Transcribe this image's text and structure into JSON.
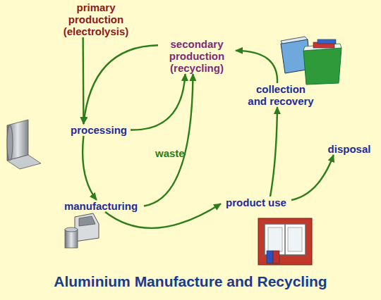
{
  "diagram": {
    "title": "Aluminium Manufacture and Recycling",
    "nodes": [
      {
        "text": [
          "primary production (electrolysis)"
        ]
      },
      {
        "text": [
          "secondary production (recycling)"
        ]
      },
      {
        "text": [
          "collection and recovery"
        ]
      },
      {
        "text": [
          "processing"
        ]
      },
      {
        "text": [
          "disposal"
        ]
      },
      {
        "text": [
          "product use"
        ]
      },
      {
        "text": [
          "manufacturing"
        ]
      }
    ],
    "edges": [
      {
        "from": 0,
        "to": 3,
        "arrow": "to"
      },
      {
        "from": 1,
        "to": 3,
        "arrow": "to"
      },
      {
        "from": 3,
        "to": 1,
        "label": "waste",
        "arrow": "to"
      },
      {
        "from": 3,
        "to": 6,
        "arrow": "to"
      },
      {
        "from": 6,
        "to": 1,
        "arrow": "to"
      },
      {
        "from": 6,
        "to": 5,
        "arrow": "to"
      },
      {
        "from": 5,
        "to": 2,
        "arrow": "to"
      },
      {
        "from": 2,
        "to": 1,
        "arrow": "to"
      },
      {
        "from": 5,
        "to": 4,
        "arrow": "to"
      }
    ]
  }
}
